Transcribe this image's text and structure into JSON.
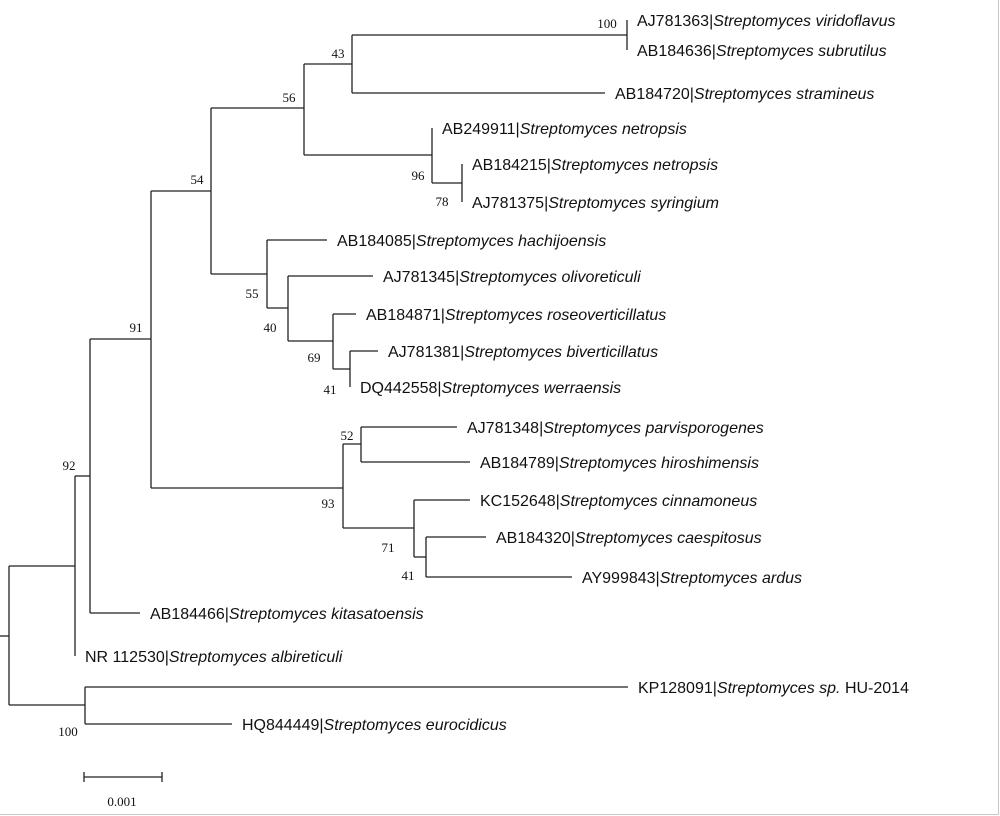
{
  "tree": {
    "separator": "|",
    "leaves": [
      {
        "id": "L1",
        "accession": "AJ781363",
        "species": "Streptomyces viridoflavus"
      },
      {
        "id": "L2",
        "accession": "AB184636",
        "species": "Streptomyces subrutilus"
      },
      {
        "id": "L3",
        "accession": "AB184720",
        "species": "Streptomyces stramineus"
      },
      {
        "id": "L4",
        "accession": "AB249911",
        "species": "Streptomyces netropsis"
      },
      {
        "id": "L5",
        "accession": "AB184215",
        "species": "Streptomyces netropsis"
      },
      {
        "id": "L6",
        "accession": "AJ781375",
        "species": "Streptomyces syringium"
      },
      {
        "id": "L7",
        "accession": "AB184085",
        "species": "Streptomyces hachijoensis"
      },
      {
        "id": "L8",
        "accession": "AJ781345",
        "species": "Streptomyces olivoreticuli"
      },
      {
        "id": "L9",
        "accession": "AB184871",
        "species": "Streptomyces roseoverticillatus"
      },
      {
        "id": "L10",
        "accession": "AJ781381",
        "species": "Streptomyces biverticillatus"
      },
      {
        "id": "L11",
        "accession": "DQ442558",
        "species": "Streptomyces werraensis"
      },
      {
        "id": "L12",
        "accession": "AJ781348",
        "species": "Streptomyces parvisporogenes"
      },
      {
        "id": "L13",
        "accession": "AB184789",
        "species": "Streptomyces hiroshimensis"
      },
      {
        "id": "L14",
        "accession": "KC152648",
        "species": "Streptomyces cinnamoneus"
      },
      {
        "id": "L15",
        "accession": "AB184320",
        "species": "Streptomyces caespitosus"
      },
      {
        "id": "L16",
        "accession": "AY999843",
        "species": "Streptomyces ardus"
      },
      {
        "id": "L17",
        "accession": "AB184466",
        "species": "Streptomyces kitasatoensis"
      },
      {
        "id": "L18",
        "accession": "NR 112530",
        "species": "Streptomyces albireticuli"
      },
      {
        "id": "L19",
        "accession": "KP128091",
        "species": "Streptomyces sp.",
        "suffix": " HU-2014"
      },
      {
        "id": "L20",
        "accession": "HQ844449",
        "species": "Streptomyces eurocidicus"
      }
    ],
    "bootstrap": [
      {
        "node": "viridoflavus-subrutilus",
        "value": "100"
      },
      {
        "node": "clade-43",
        "value": "43"
      },
      {
        "node": "clade-56",
        "value": "56"
      },
      {
        "node": "netropsis-clade",
        "value": "96"
      },
      {
        "node": "netropsis-syringium",
        "value": "78"
      },
      {
        "node": "clade-54",
        "value": "54"
      },
      {
        "node": "hachijoensis-clade",
        "value": "55"
      },
      {
        "node": "olivoreticuli-clade",
        "value": "40"
      },
      {
        "node": "roseoverticillatus-clade",
        "value": "69"
      },
      {
        "node": "biverticillatus-werraensis",
        "value": "41"
      },
      {
        "node": "clade-91",
        "value": "91"
      },
      {
        "node": "parvisporogenes-hiroshimensis",
        "value": "52"
      },
      {
        "node": "clade-93",
        "value": "93"
      },
      {
        "node": "caespitosus-clade",
        "value": "71"
      },
      {
        "node": "caespitosus-ardus",
        "value": "41"
      },
      {
        "node": "clade-92",
        "value": "92"
      },
      {
        "node": "outgroup",
        "value": "100"
      }
    ],
    "scale_bar": {
      "value": 0.001,
      "label": "0.001"
    }
  }
}
